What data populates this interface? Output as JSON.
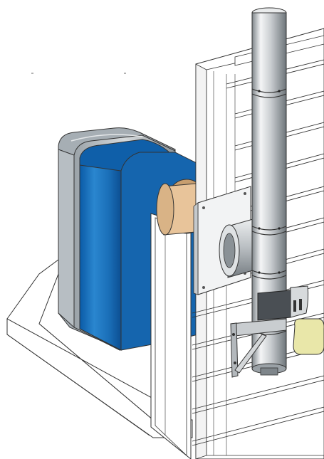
{
  "illustration": {
    "components": [
      "boiler-unit",
      "wall-thimble",
      "wall-plate",
      "tee-connector",
      "vertical-chimney-pipe",
      "wall-support-bracket",
      "wall-band-clamp",
      "insulation-pad",
      "exterior-siding",
      "floor-platform"
    ],
    "colors": {
      "boiler_blue": "#1a6fb8",
      "boiler_blue_dark": "#0c4f93",
      "boiler_gray": "#a6aeb4",
      "pipe_steel": "#cfd3d6",
      "thimble_tan": "#e8c49a",
      "insulation_yellow": "#e9e7a9",
      "line": "#333333"
    }
  }
}
